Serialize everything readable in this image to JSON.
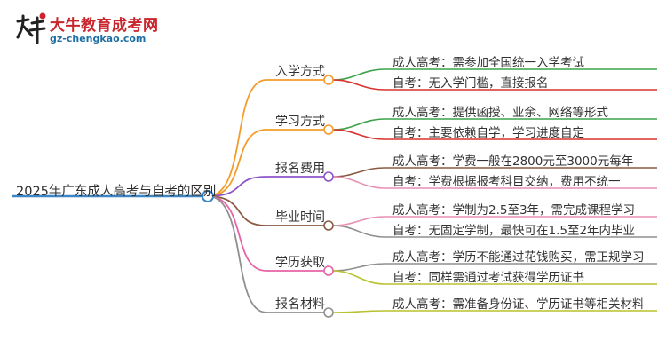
{
  "logo": {
    "title": "大牛教育成考网",
    "url": "gz-chengkao.com",
    "mark_text": "大牛"
  },
  "root": {
    "label": "2025年广东成人高考与自考的区别",
    "color": "#3b86c6"
  },
  "branches": [
    {
      "label": "入学方式",
      "color": "#f39c2b",
      "leaves": [
        {
          "text": "成人高考：需参加全国统一入学考试",
          "color": "#3aa34a"
        },
        {
          "text": "自考：无入学门槛，直接报名",
          "color": "#d9322f"
        }
      ]
    },
    {
      "label": "学习方式",
      "color": "#f39c2b",
      "leaves": [
        {
          "text": "成人高考：提供函授、业余、网络等形式",
          "color": "#3aa34a"
        },
        {
          "text": "自考：主要依赖自学，学习进度自定",
          "color": "#d9322f"
        }
      ]
    },
    {
      "label": "报名费用",
      "color": "#8e55c9",
      "leaves": [
        {
          "text": "成人高考：学费一般在2800元至3000元每年",
          "color": "#8b5a44"
        },
        {
          "text": "自考：学费根据报考科目交纳，费用不统一",
          "color": "#e78fb3"
        }
      ]
    },
    {
      "label": "毕业时间",
      "color": "#8b5a44",
      "leaves": [
        {
          "text": "成人高考：学制为2.5至3年，需完成课程学习",
          "color": "#e78fb3"
        },
        {
          "text": "自考：无固定学制，最快可在1.5至2年内毕业",
          "color": "#8f8f8f"
        }
      ]
    },
    {
      "label": "学历获取",
      "color": "#e563a5",
      "leaves": [
        {
          "text": "成人高考：学历不能通过花钱购买，需正规学习",
          "color": "#8f8f8f"
        },
        {
          "text": "自考：同样需通过考试获得学历证书",
          "color": "#b8c22d"
        }
      ]
    },
    {
      "label": "报名材料",
      "color": "#8f8f8f",
      "leaves": [
        {
          "text": "成人高考：需准备身份证、学历证书等相关材料",
          "color": "#b8c22d"
        }
      ]
    }
  ]
}
